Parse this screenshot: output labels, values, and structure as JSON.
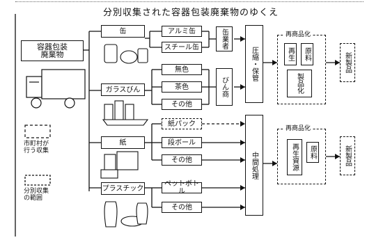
{
  "title": "分別収集された容器包装廃棄物のゆくえ",
  "source": {
    "label": "容器包装\n廃棄物"
  },
  "legend": {
    "item1": "市町村が\n行う収集",
    "item2": "分別収集\nの範囲"
  },
  "groups": {
    "cans": {
      "label": "缶",
      "items": [
        "アルミ缶",
        "スチール缶"
      ]
    },
    "glass": {
      "label": "ガラスびん",
      "items": [
        "無色",
        "茶色",
        "その他"
      ]
    },
    "paper": {
      "label": "紙",
      "items": [
        "紙パック",
        "段ボール",
        "その他"
      ]
    },
    "plastic": {
      "label": "プラスチック",
      "items": [
        "ペットボトル",
        "その他"
      ]
    }
  },
  "processing": {
    "cans_proc": "缶業者",
    "glass_proc": "びん商",
    "middle_upper": "圧縮・保管",
    "middle_lower": "中間処理"
  },
  "plants": {
    "upper": {
      "title": "再商品化",
      "a": "再生",
      "b": "原料",
      "c": "製品化"
    },
    "lower": {
      "title": "再商品化",
      "a": "再生資源",
      "b": "原料"
    }
  },
  "outputs": {
    "upper": "新製品",
    "lower": "新製品"
  },
  "icons": [
    "can-pile-icon",
    "bottle-icon",
    "paper-pack-icon",
    "plastic-bottle-icon",
    "garbage-truck-icon"
  ]
}
